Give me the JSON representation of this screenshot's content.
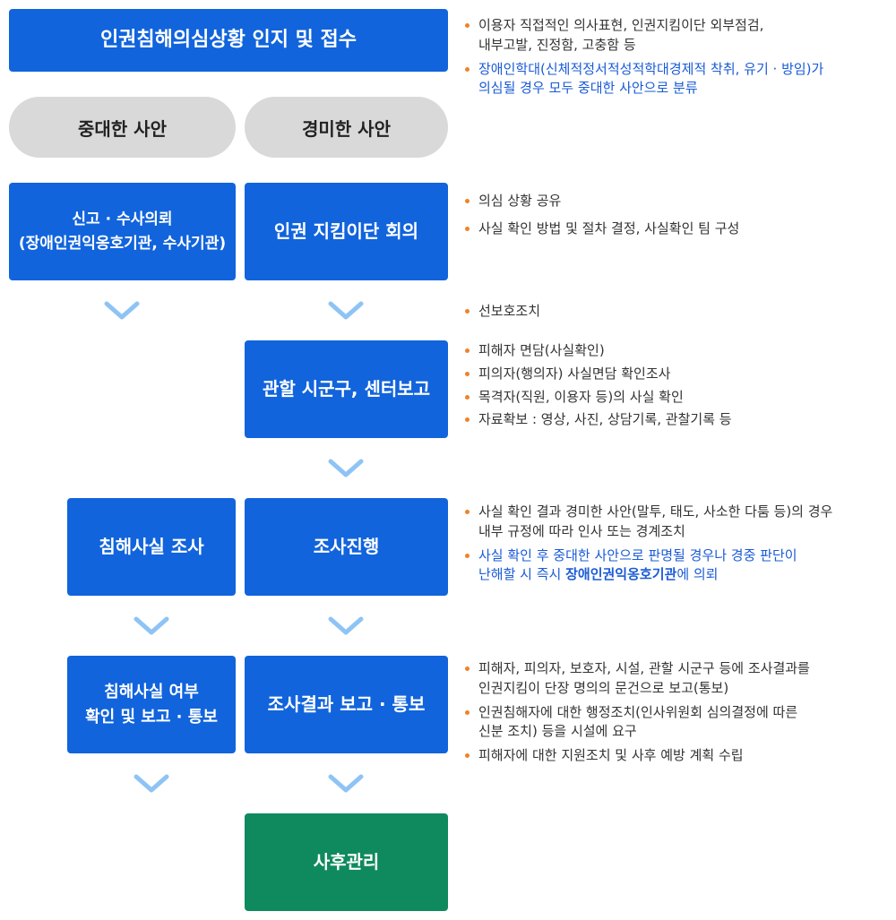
{
  "colors": {
    "box_blue": "#1164dc",
    "box_green": "#0f8a5f",
    "pill_gray": "#d9d9d9",
    "chevron": "#8ec4f5",
    "bullet": "#f08226",
    "highlight_text": "#1a5bd6"
  },
  "boxes": {
    "recognize": "인권침해의심상황 인지 및 접수",
    "serious": "중대한 사안",
    "minor": "경미한 사안",
    "report_line1": "신고 · 수사의뢰",
    "report_line2": "(장애인권익옹호기관, 수사기관)",
    "meeting": "인권 지킴이단 회의",
    "district_report": "관할 시군구, 센터보고",
    "investigation": "침해사실 조사",
    "proceeding": "조사진행",
    "confirm_line1": "침해사실 여부",
    "confirm_line2": "확인 및 보고 · 통보",
    "result_report": "조사결과 보고 · 통보",
    "aftercare": "사후관리"
  },
  "notes": {
    "n1_line1": "이용자 직접적인 의사표현, 인권지킴이단 외부점검,",
    "n1_line2": "내부고발, 진정함, 고충함 등",
    "n2_line1": "장애인학대(신체적정서적성적학대경제적 착취, 유기 · 방임)가",
    "n2_line2": "의심될 경우 모두 중대한 사안으로 분류",
    "n3": "의심 상황 공유",
    "n4": "사실 확인 방법 및 절차 결정, 사실확인 팀 구성",
    "n5": "선보호조치",
    "n6": "피해자 면담(사실확인)",
    "n7": "피의자(행의자) 사실면담 확인조사",
    "n8": "목격자(직원, 이용자 등)의 사실 확인",
    "n9": "자료확보 : 영상, 사진, 상담기록, 관찰기록 등",
    "n10_line1": "사실 확인 결과 경미한 사안(말투, 태도, 사소한 다툼 등)의 경우",
    "n10_line2": "내부 규정에 따라 인사 또는 경계조치",
    "n11_line1": "사실 확인 후 중대한 사안으로 판명될 경우나 경중 판단이",
    "n11_line2_pre": "난해할 시 즉시 ",
    "n11_line2_strong": "장애인권익옹호기관",
    "n11_line2_post": "에 의뢰",
    "n12_line1": "피해자, 피의자, 보호자, 시설, 관할 시군구 등에 조사결과를",
    "n12_line2": "인권지킴이 단장 명의의 문건으로 보고(통보)",
    "n13_line1": "인권침해자에 대한 행정조치(인사위원회 심의결정에 따른",
    "n13_line2": "신분 조치) 등을 시설에 요구",
    "n14": "피해자에 대한 지원조치 및 사후 예방 계획 수립"
  }
}
